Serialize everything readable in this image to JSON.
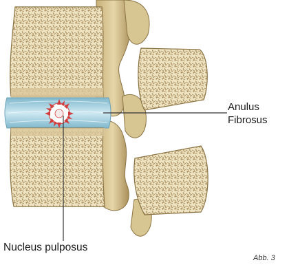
{
  "labels": {
    "anulus_line1": "Anulus",
    "anulus_line2": "Fibrosus",
    "nucleus": "Nucleus pulposus",
    "corner": "Abb. 3"
  },
  "colors": {
    "bone": "#e9dcb4",
    "bone_shadow": "#b49d68",
    "trabecular": "#a88c5c",
    "disc": "#9cccdc",
    "disc_light": "#d6edf4",
    "nucleus_ray": "#d23c3c",
    "leader_line": "#333333"
  }
}
